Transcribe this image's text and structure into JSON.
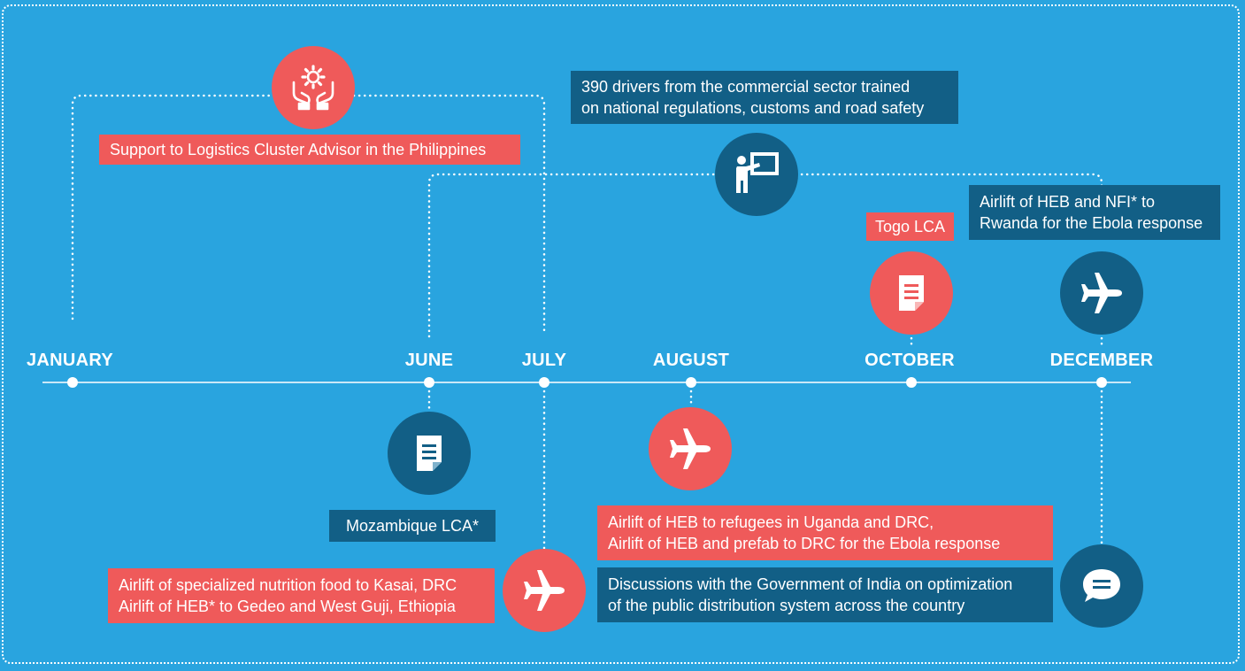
{
  "months": [
    "JANUARY",
    "JUNE",
    "JULY",
    "AUGUST",
    "OCTOBER",
    "DECEMBER"
  ],
  "events": {
    "philippines": {
      "text": "Support to Logistics Cluster Advisor in the Philippines",
      "icon": "helping-hands-gear-icon"
    },
    "drivers": {
      "text": "390 drivers from the commercial sector trained\non national regulations, customs and road safety",
      "icon": "presentation-training-icon"
    },
    "togo": {
      "text": "Togo LCA",
      "icon": "document-icon"
    },
    "rwanda": {
      "text": "Airlift of HEB and NFI* to\nRwanda for the Ebola response",
      "icon": "airplane-icon"
    },
    "mozambique": {
      "text": "Mozambique LCA*",
      "icon": "document-icon"
    },
    "kasai": {
      "text": "Airlift of specialized nutrition food to Kasai, DRC\nAirlift of HEB* to Gedeo and West Guji, Ethiopia",
      "icon": "airplane-icon"
    },
    "uganda": {
      "text": "Airlift of HEB to refugees in Uganda and DRC,\nAirlift of HEB and prefab to DRC for the Ebola response",
      "icon": "airplane-icon"
    },
    "india": {
      "text": "Discussions with the Government of India on optimization\nof the public distribution system across the country",
      "icon": "chat-bubble-icon"
    }
  },
  "colors": {
    "background": "#29a4df",
    "red": "#ef5a5a",
    "navy": "#125f86",
    "line": "#ffffff"
  }
}
